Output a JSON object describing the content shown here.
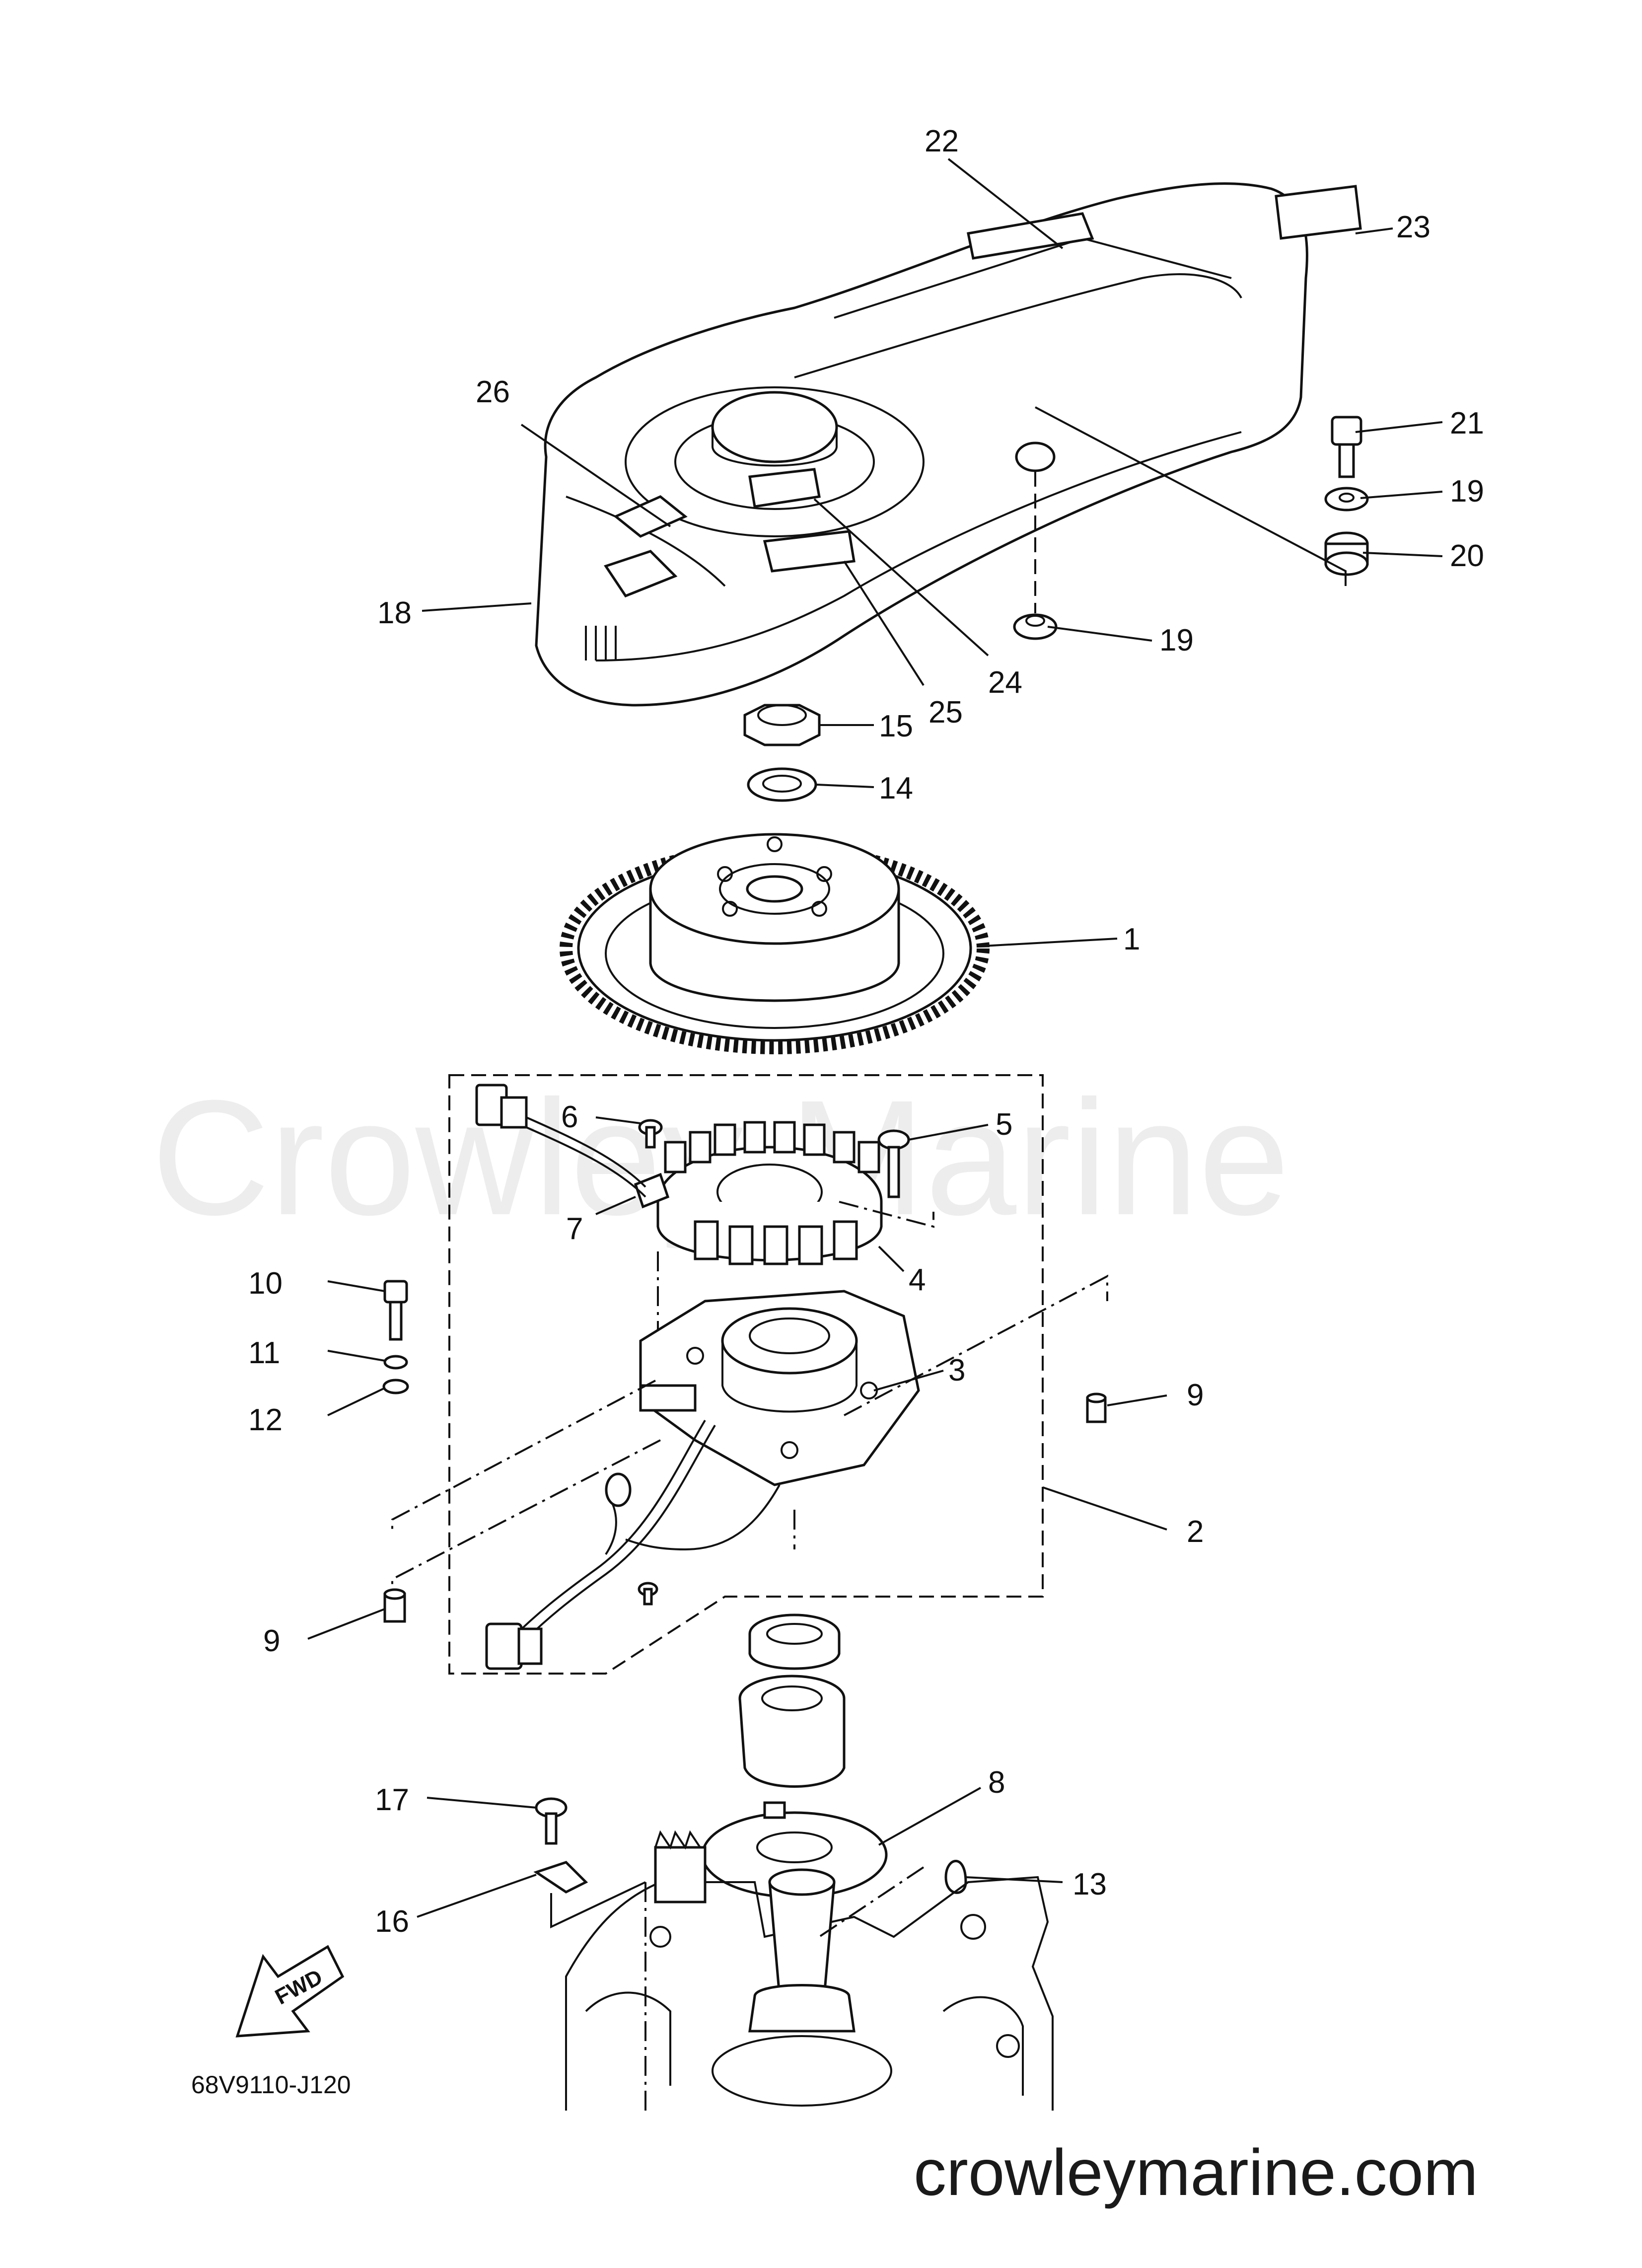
{
  "diagram_code": "68V9110-J120",
  "watermark": "Crowley Marine",
  "website": "crowleymarine.com",
  "fwd_label": "FWD",
  "callouts": [
    {
      "id": "c22",
      "label": "22"
    },
    {
      "id": "c23",
      "label": "23"
    },
    {
      "id": "c26",
      "label": "26"
    },
    {
      "id": "c21",
      "label": "21"
    },
    {
      "id": "c19a",
      "label": "19"
    },
    {
      "id": "c20",
      "label": "20"
    },
    {
      "id": "c18",
      "label": "18"
    },
    {
      "id": "c19b",
      "label": "19"
    },
    {
      "id": "c24",
      "label": "24"
    },
    {
      "id": "c25",
      "label": "25"
    },
    {
      "id": "c15",
      "label": "15"
    },
    {
      "id": "c14",
      "label": "14"
    },
    {
      "id": "c1",
      "label": "1"
    },
    {
      "id": "c6",
      "label": "6"
    },
    {
      "id": "c5",
      "label": "5"
    },
    {
      "id": "c7",
      "label": "7"
    },
    {
      "id": "c4",
      "label": "4"
    },
    {
      "id": "c10",
      "label": "10"
    },
    {
      "id": "c11",
      "label": "11"
    },
    {
      "id": "c12",
      "label": "12"
    },
    {
      "id": "c3",
      "label": "3"
    },
    {
      "id": "c9a",
      "label": "9"
    },
    {
      "id": "c2",
      "label": "2"
    },
    {
      "id": "c9b",
      "label": "9"
    },
    {
      "id": "c17",
      "label": "17"
    },
    {
      "id": "c8",
      "label": "8"
    },
    {
      "id": "c13",
      "label": "13"
    },
    {
      "id": "c16",
      "label": "16"
    }
  ]
}
